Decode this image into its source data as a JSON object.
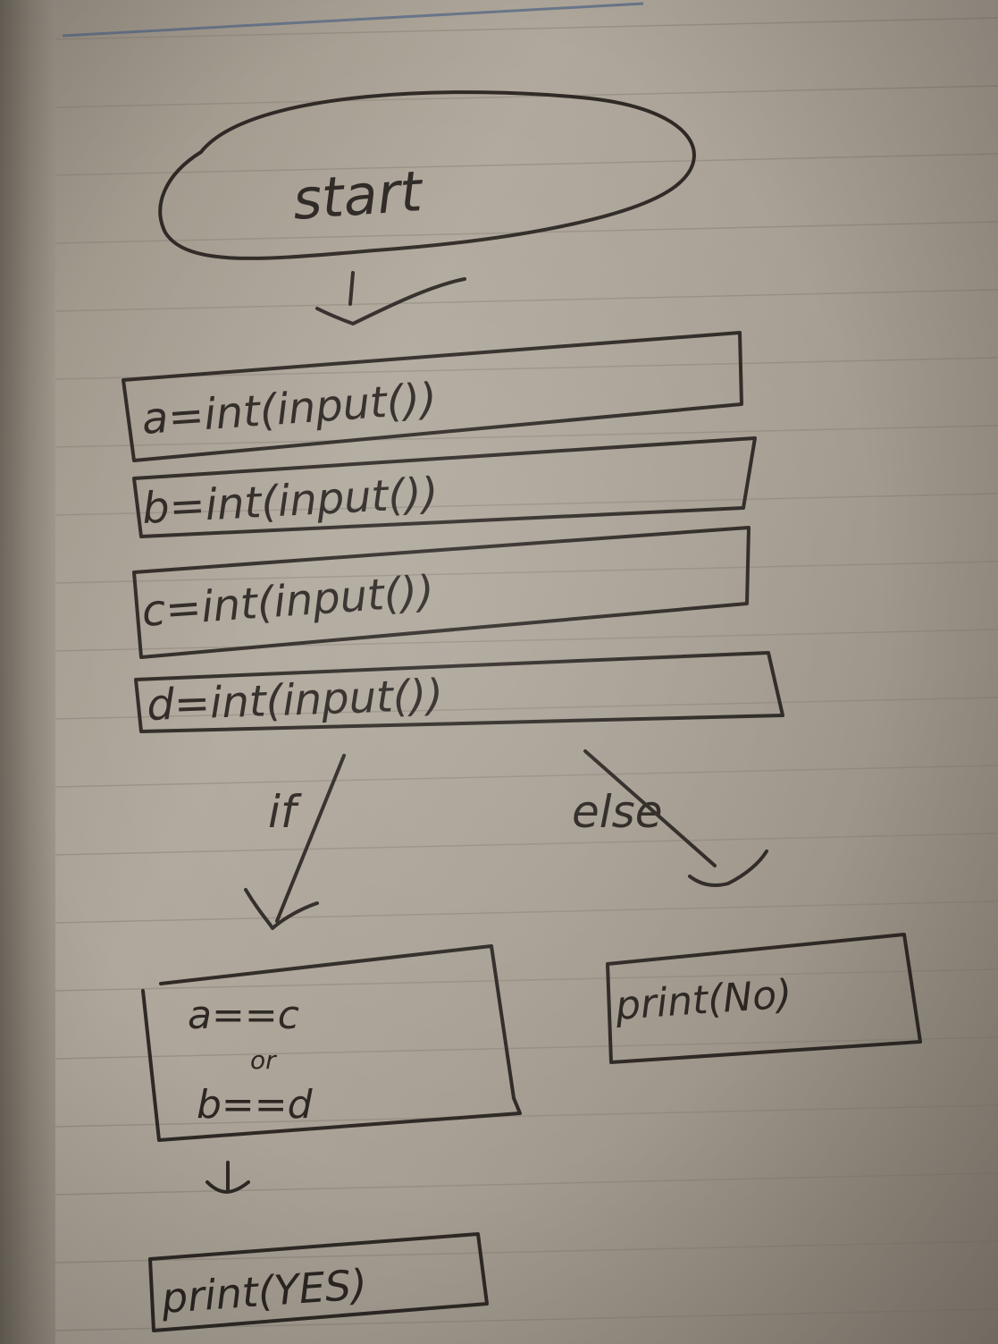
{
  "flowchart": {
    "start": "start",
    "inputs": [
      "a=int(input())",
      "b=int(input())",
      "c=int(input())",
      "d=int(input())"
    ],
    "branch_if": "if",
    "branch_else": "else",
    "condition": {
      "line1": "a==c",
      "line2": "or",
      "line3": "b==d"
    },
    "output_yes": "print(YES)",
    "output_no": "print(No)"
  }
}
